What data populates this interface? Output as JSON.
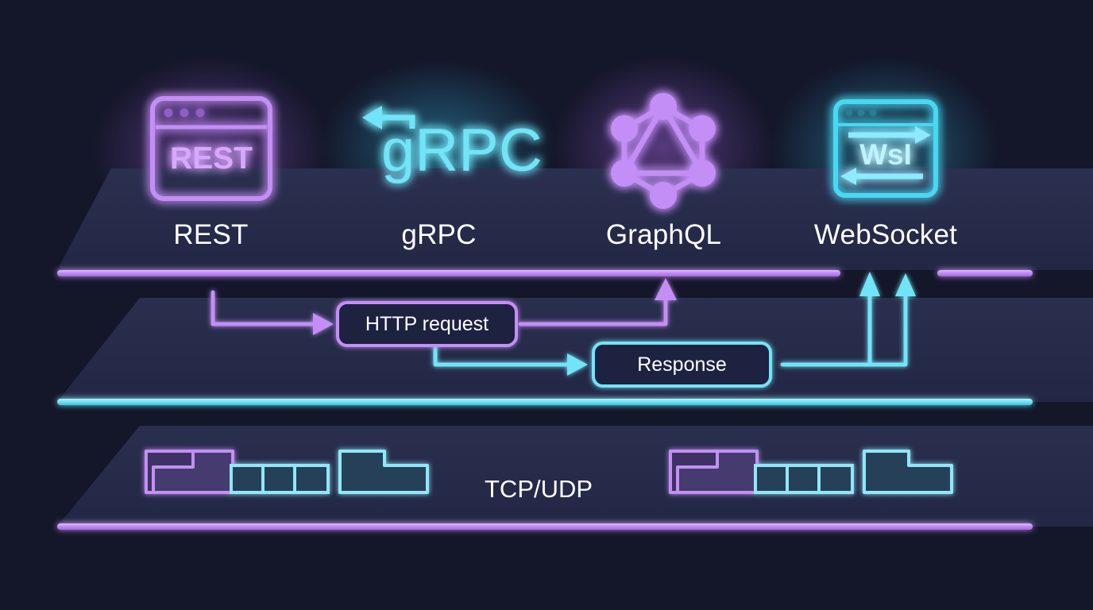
{
  "diagram": {
    "title": "API protocol layers over TCP/UDP",
    "background_color": "#141629",
    "accent_purple": "#c38ef5",
    "accent_cyan": "#72e4f7"
  },
  "layers": [
    {
      "id": "protocol-layer",
      "name": "protocol-layer",
      "divider_color": "#c38ef5",
      "protocols": [
        {
          "id": "rest",
          "label": "REST",
          "icon": "rest-browser-icon",
          "icon_text": "REST",
          "color": "#c38ef5"
        },
        {
          "id": "grpc",
          "label": "gRPC",
          "icon": "grpc-wordmark-icon",
          "icon_text": "gRPC",
          "color": "#72e4f7"
        },
        {
          "id": "graphql",
          "label": "GraphQL",
          "icon": "graphql-hexagon-icon",
          "icon_text": "",
          "color": "#c38ef5"
        },
        {
          "id": "websocket",
          "label": "WebSocket",
          "icon": "websocket-browser-icon",
          "icon_text": "WsI",
          "color": "#49d7f2"
        }
      ]
    },
    {
      "id": "message-layer",
      "name": "message-layer",
      "divider_color": "#72e4f7",
      "boxes": [
        {
          "id": "http-request",
          "label": "HTTP request",
          "color": "#c38ef5"
        },
        {
          "id": "response",
          "label": "Response",
          "color": "#72e4f7"
        }
      ],
      "flows": [
        {
          "id": "rest-to-http-request",
          "from": "rest",
          "to": "http-request",
          "color": "#c38ef5"
        },
        {
          "id": "http-request-to-graphql",
          "from": "http-request",
          "to": "graphql",
          "color": "#c38ef5"
        },
        {
          "id": "http-request-to-response",
          "from": "http-request",
          "to": "response",
          "color": "#72e4f7"
        },
        {
          "id": "response-to-websocket-a",
          "from": "response",
          "to": "websocket",
          "color": "#72e4f7"
        },
        {
          "id": "response-to-websocket-b",
          "from": "response",
          "to": "websocket",
          "color": "#72e4f7"
        }
      ]
    },
    {
      "id": "transport-layer",
      "name": "transport-layer",
      "divider_color": "#c38ef5",
      "label": "TCP/UDP",
      "packet_groups": [
        {
          "id": "packet-group-left",
          "purple_segments": 3,
          "cyan_segments": 3,
          "has_tail_block": true
        },
        {
          "id": "packet-group-right",
          "purple_segments": 3,
          "cyan_segments": 3,
          "has_tail_block": true
        }
      ]
    }
  ]
}
